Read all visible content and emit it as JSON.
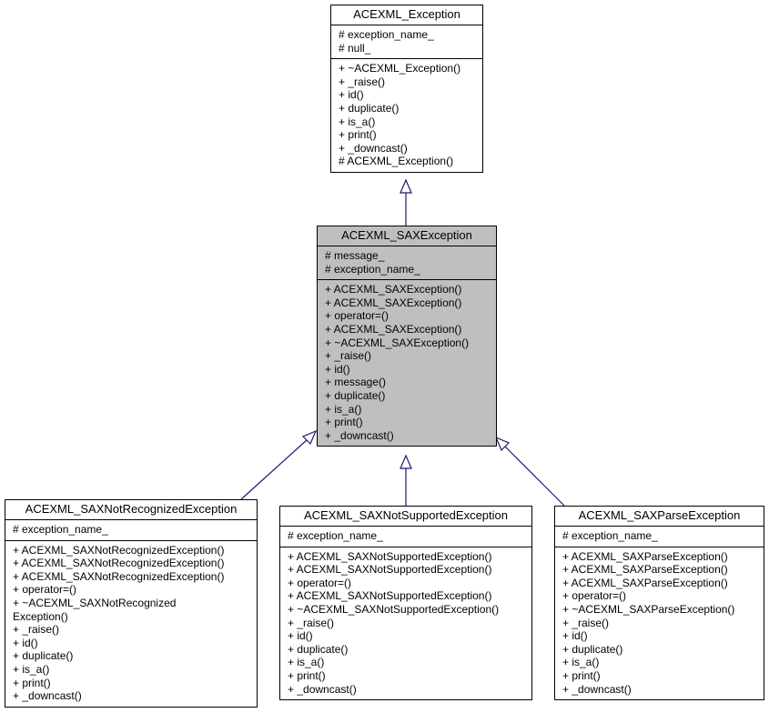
{
  "classes": {
    "exception": {
      "name": "ACEXML_Exception",
      "attributes": [
        "# exception_name_",
        "# null_"
      ],
      "methods": [
        "+ ~ACEXML_Exception()",
        "+ _raise()",
        "+ id()",
        "+ duplicate()",
        "+ is_a()",
        "+ print()",
        "+ _downcast()",
        "# ACEXML_Exception()"
      ]
    },
    "sax": {
      "name": "ACEXML_SAXException",
      "attributes": [
        "# message_",
        "# exception_name_"
      ],
      "methods": [
        "+ ACEXML_SAXException()",
        "+ ACEXML_SAXException()",
        "+ operator=()",
        "+ ACEXML_SAXException()",
        "+ ~ACEXML_SAXException()",
        "+ _raise()",
        "+ id()",
        "+ message()",
        "+ duplicate()",
        "+ is_a()",
        "+ print()",
        "+ _downcast()"
      ]
    },
    "notrecognized": {
      "name": "ACEXML_SAXNotRecognizedException",
      "attributes": [
        "# exception_name_"
      ],
      "methods": [
        "+ ACEXML_SAXNotRecognizedException()",
        "+ ACEXML_SAXNotRecognizedException()",
        "+ ACEXML_SAXNotRecognizedException()",
        "+ operator=()",
        "+ ~ACEXML_SAXNotRecognized",
        "Exception()",
        "+ _raise()",
        "+ id()",
        "+ duplicate()",
        "+ is_a()",
        "+ print()",
        "+ _downcast()"
      ]
    },
    "notsupported": {
      "name": "ACEXML_SAXNotSupportedException",
      "attributes": [
        "# exception_name_"
      ],
      "methods": [
        "+ ACEXML_SAXNotSupportedException()",
        "+ ACEXML_SAXNotSupportedException()",
        "+ operator=()",
        "+ ACEXML_SAXNotSupportedException()",
        "+ ~ACEXML_SAXNotSupportedException()",
        "+ _raise()",
        "+ id()",
        "+ duplicate()",
        "+ is_a()",
        "+ print()",
        "+ _downcast()"
      ]
    },
    "parse": {
      "name": "ACEXML_SAXParseException",
      "attributes": [
        "# exception_name_"
      ],
      "methods": [
        "+ ACEXML_SAXParseException()",
        "+ ACEXML_SAXParseException()",
        "+ ACEXML_SAXParseException()",
        "+ operator=()",
        "+ ~ACEXML_SAXParseException()",
        "+ _raise()",
        "+ id()",
        "+ duplicate()",
        "+ is_a()",
        "+ print()",
        "+ _downcast()"
      ]
    }
  },
  "colors": {
    "edge": "#191970",
    "highlight": "#bfbfbf",
    "box_border": "#000000"
  }
}
